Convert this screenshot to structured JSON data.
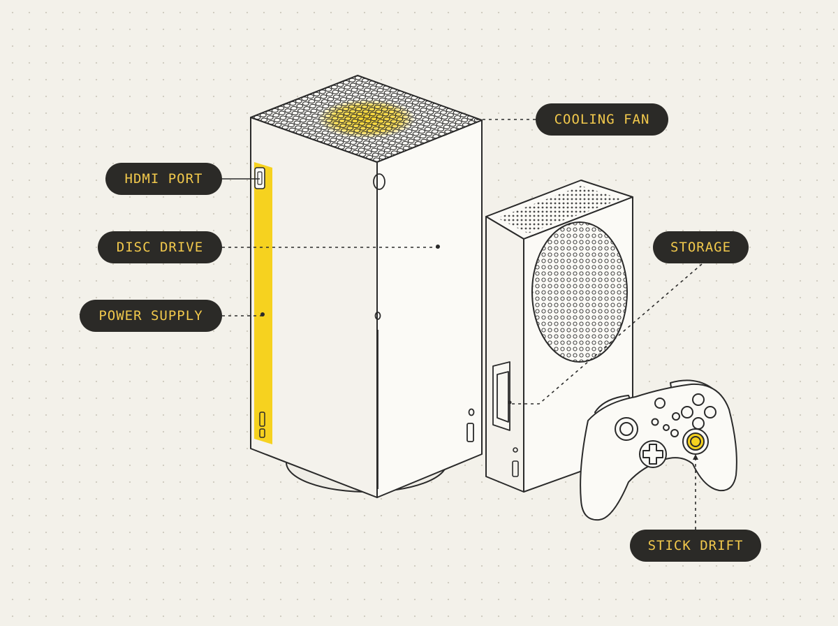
{
  "labels": {
    "hdmi_port": "HDMI PORT",
    "disc_drive": "DISC DRIVE",
    "power_supply": "POWER SUPPLY",
    "cooling_fan": "COOLING FAN",
    "storage": "STORAGE",
    "stick_drift": "STICK DRIFT"
  },
  "colors": {
    "background": "#f3f1ea",
    "outline": "#2a2a2a",
    "device_fill": "#fbfaf6",
    "highlight": "#f6d21f",
    "label_bg": "#2b2a27",
    "label_text": "#f2c94c"
  }
}
